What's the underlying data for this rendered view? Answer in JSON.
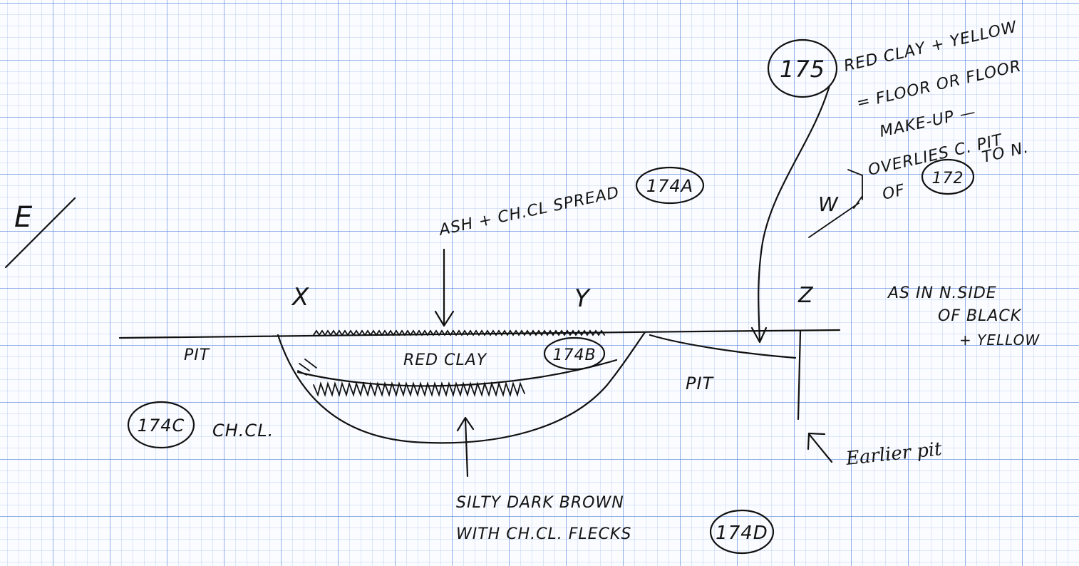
{
  "orientation": {
    "label": "E"
  },
  "points": {
    "x": "X",
    "y": "Y",
    "z": "Z"
  },
  "features": {
    "pit_left": "PIT",
    "pit_right": "PIT",
    "red_clay": "RED CLAY",
    "ash_spread": "ASH + CH.CL SPREAD",
    "ch_cl": "CH.CL.",
    "silty_line1": "SILTY DARK BROWN",
    "silty_line2": "WITH CH.CL. FLECKS",
    "earlier_pit": "Earlier pit",
    "w_label": "W",
    "north_side_line1": "AS IN N.SIDE",
    "north_side_line2": "OF BLACK",
    "north_side_line3": "+ YELLOW"
  },
  "contexts": {
    "c174a": "174A",
    "c174b": "174B",
    "c174c": "174C",
    "c174d": "174D",
    "c175": "175",
    "c172": "172"
  },
  "note_175": {
    "line1": "RED CLAY + YELLOW",
    "line2": "= FLOOR OR FLOOR",
    "line3": "MAKE-UP —",
    "line4": "OVERLIES C. PIT",
    "line5_a": "OF",
    "line5_b": "TO N."
  }
}
